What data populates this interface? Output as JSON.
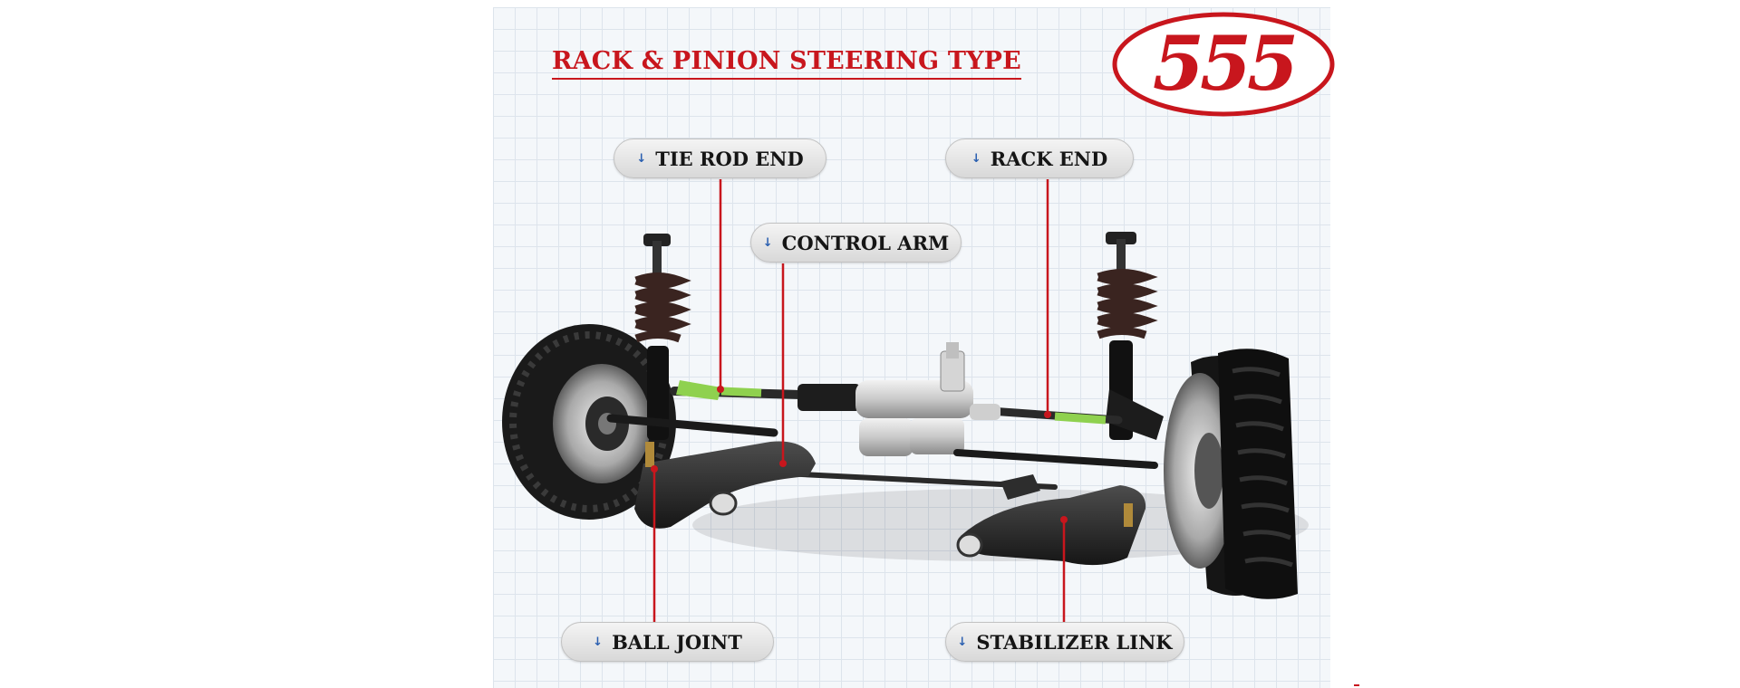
{
  "title": "RACK & PINION STEERING TYPE",
  "logo": {
    "text": "555",
    "color": "#c8161d"
  },
  "arrow_glyph": "↓",
  "labels": {
    "tie_rod_end": "TIE ROD END",
    "rack_end": "RACK END",
    "control_arm": "CONTROL ARM",
    "ball_joint": "BALL JOINT",
    "stabilizer_link": "STABILIZER LINK"
  },
  "colors": {
    "accent": "#c8161d",
    "leader_line": "#c8161d",
    "tie_rod_highlight": "#8fd14f",
    "label_bg": "#e6e6e6",
    "grid": "#dde4ec"
  }
}
